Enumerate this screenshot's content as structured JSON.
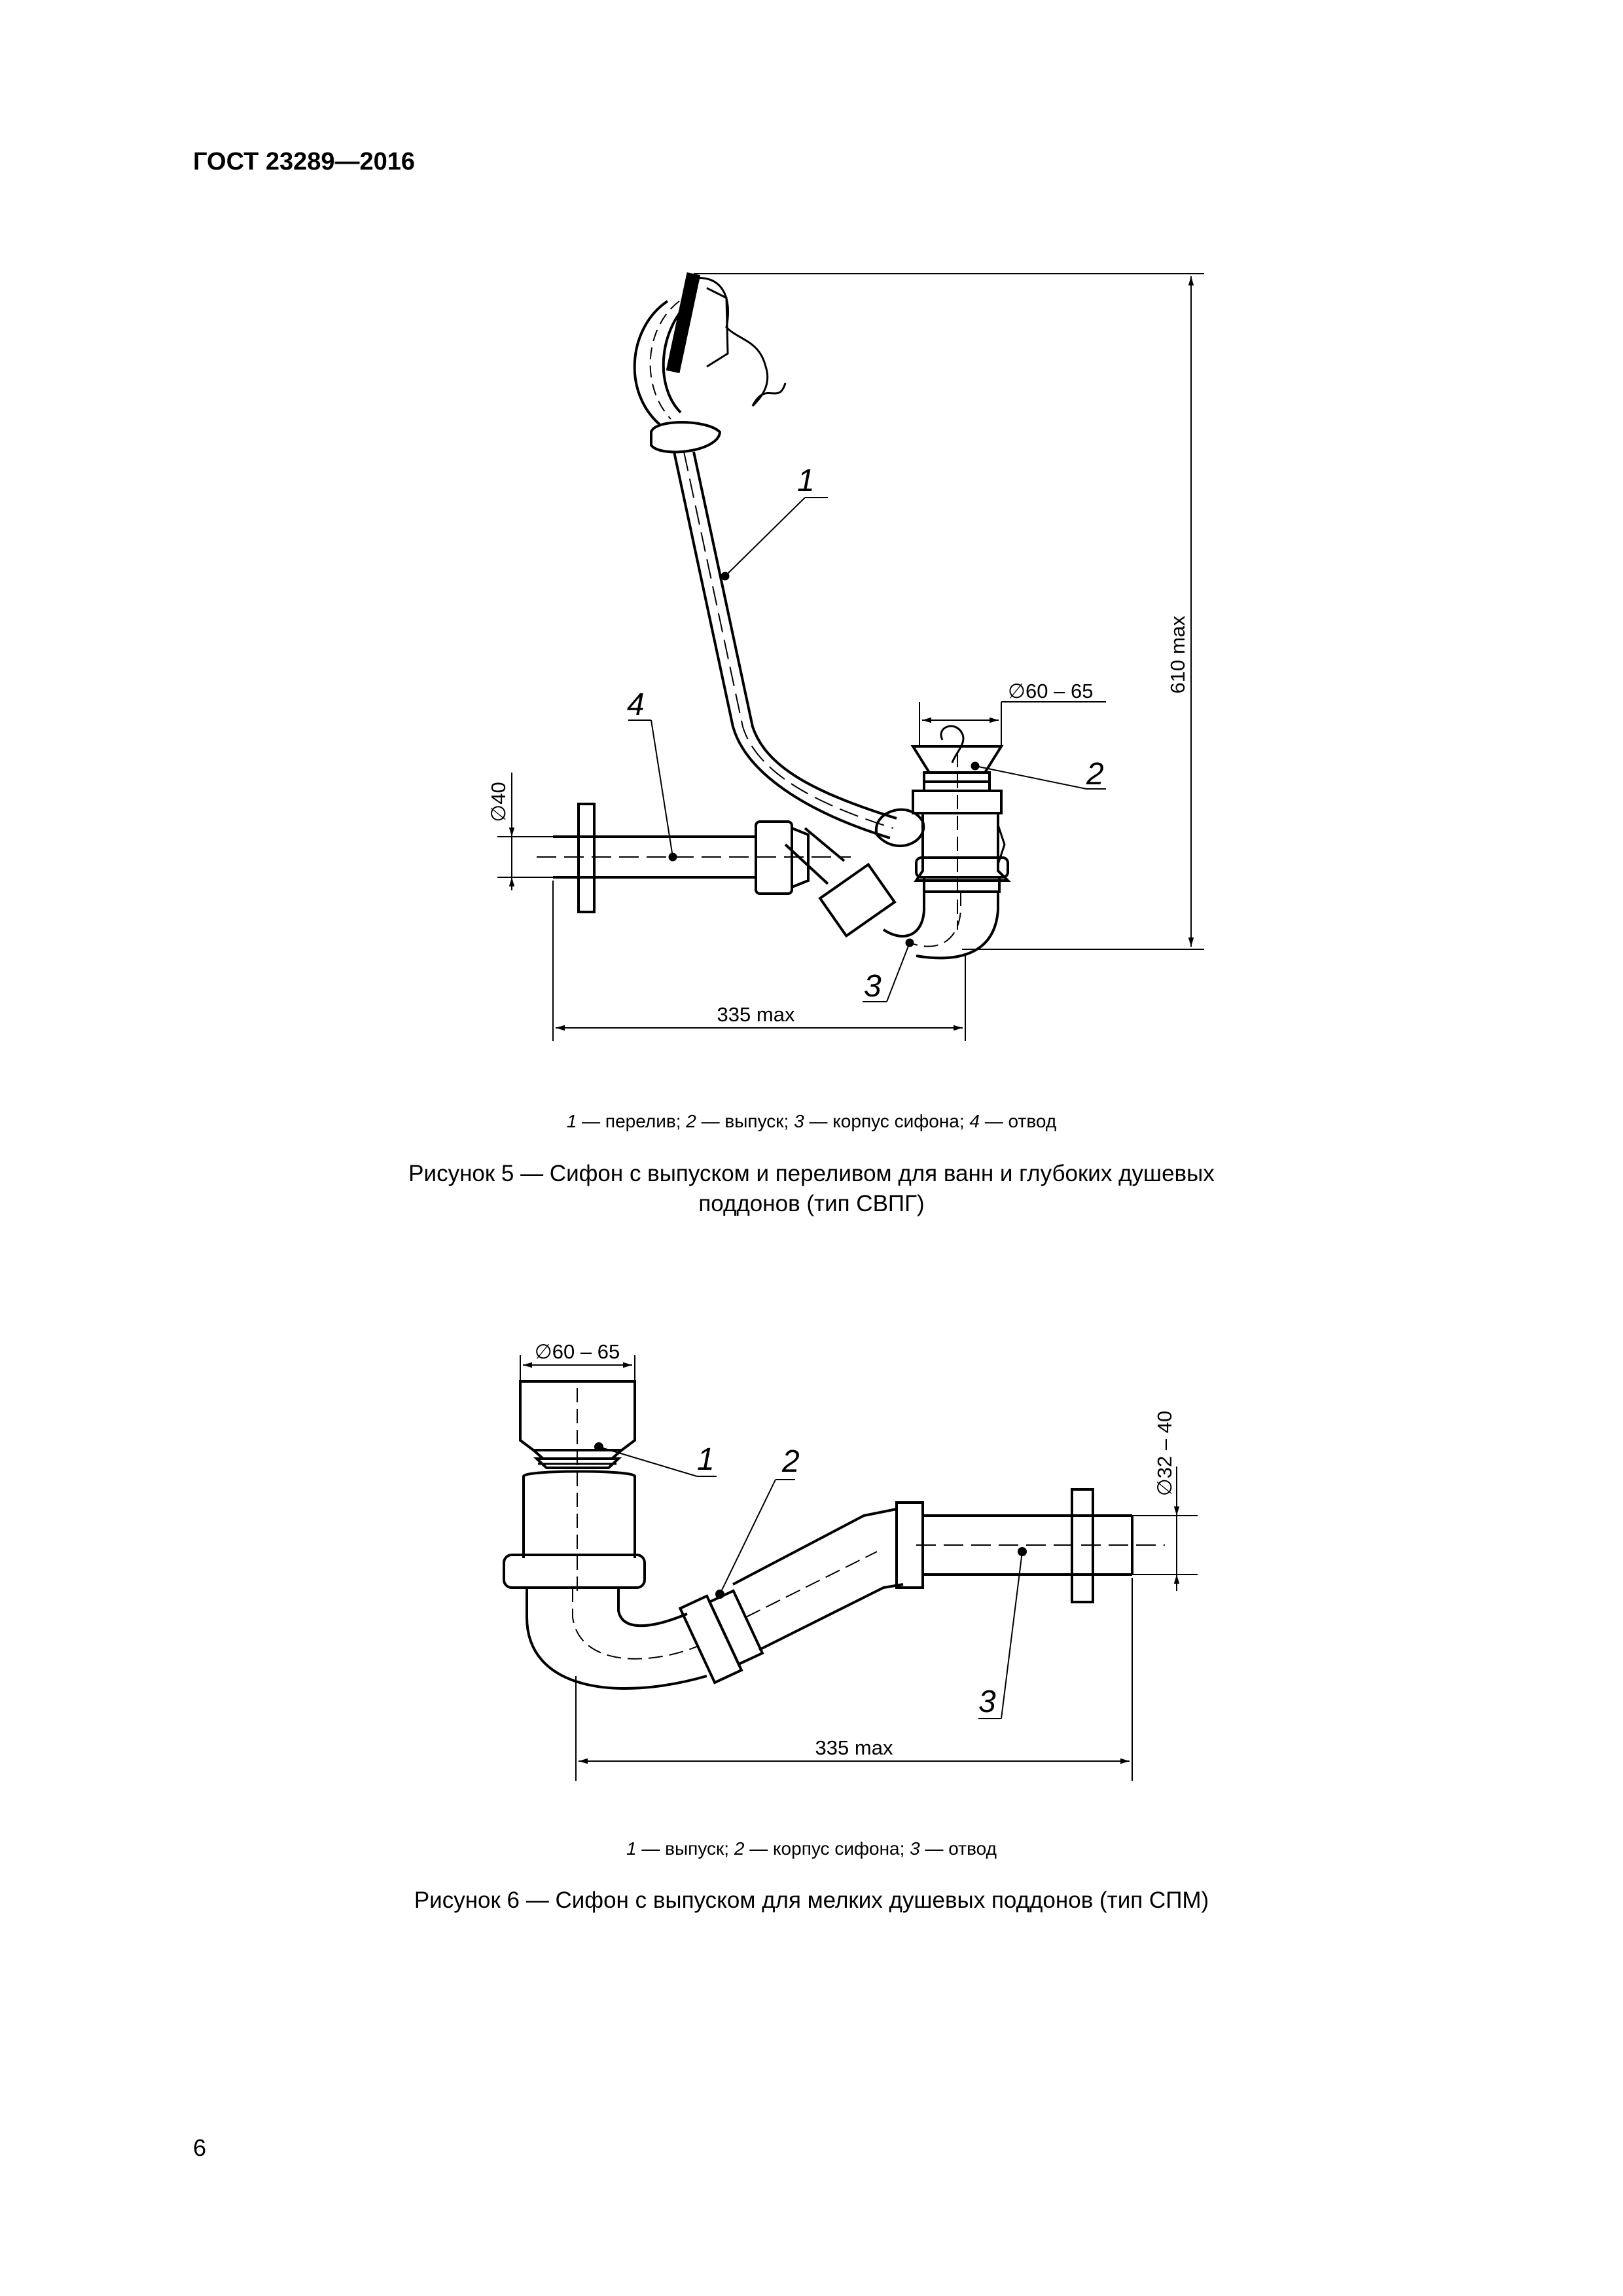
{
  "header": {
    "standard": "ГОСТ 23289—2016"
  },
  "figure5": {
    "callouts": [
      "1",
      "2",
      "3",
      "4"
    ],
    "dims": {
      "height": "610 max",
      "width": "335 max",
      "outlet_dia": "∅60 – 65",
      "branch_dia": "∅40"
    },
    "legend": [
      {
        "num": "1",
        "text": " — перелив; "
      },
      {
        "num": "2",
        "text": " — выпуск; "
      },
      {
        "num": "3",
        "text": " — корпус сифона; "
      },
      {
        "num": "4",
        "text": " — отвод"
      }
    ],
    "caption": "Рисунок 5 — Сифон с выпуском и переливом для ванн и глубоких душевых поддонов (тип СВПГ)"
  },
  "figure6": {
    "callouts": [
      "1",
      "2",
      "3"
    ],
    "dims": {
      "width": "335 max",
      "outlet_dia": "∅60 – 65",
      "branch_dia": "∅32 – 40"
    },
    "legend": [
      {
        "num": "1",
        "text": " — выпуск; "
      },
      {
        "num": "2",
        "text": " — корпус сифона; "
      },
      {
        "num": "3",
        "text": " — отвод"
      }
    ],
    "caption": "Рисунок 6 — Сифон с выпуском для мелких душевых поддонов (тип СПМ)"
  },
  "page_number": "6"
}
